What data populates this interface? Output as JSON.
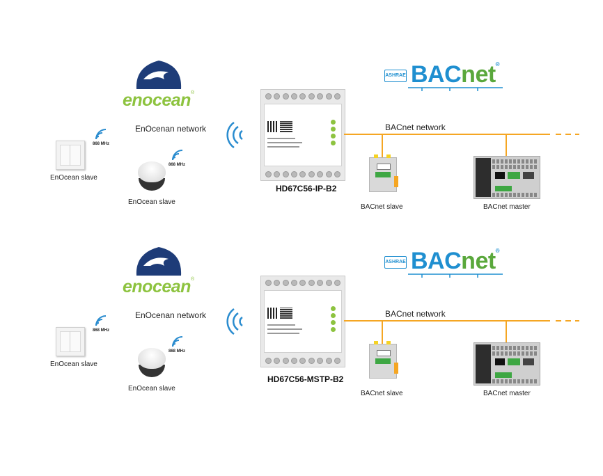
{
  "colors": {
    "enocean_green": "#8dc33f",
    "enocean_blue": "#1e3c78",
    "bacnet_blue": "#1f8fd0",
    "bacnet_green": "#5aa83c",
    "rail_orange": "#f5a623",
    "wifi_blue": "#2a8ccf"
  },
  "diagrams": [
    {
      "enocean_logo_word": "enocean",
      "enocean_network_label": "EnOcenan network",
      "bacnet_logo_word_a": "BAC",
      "bacnet_logo_word_b": "net",
      "ashrae_badge": "ASHRAE",
      "bacnet_network_label": "BACnet network",
      "gateway_name": "HD67C56-IP-B2",
      "switch_label": "EnOcean slave",
      "switch_freq": "868 MHz",
      "sensor_label": "EnOcean slave",
      "sensor_freq": "868 MHz",
      "bacnet_slave_label": "BACnet slave",
      "bacnet_master_label": "BACnet master"
    },
    {
      "enocean_logo_word": "enocean",
      "enocean_network_label": "EnOcenan network",
      "bacnet_logo_word_a": "BAC",
      "bacnet_logo_word_b": "net",
      "ashrae_badge": "ASHRAE",
      "bacnet_network_label": "BACnet network",
      "gateway_name": "HD67C56-MSTP-B2",
      "switch_label": "EnOcean slave",
      "switch_freq": "868 MHz",
      "sensor_label": "EnOcean slave",
      "sensor_freq": "868 MHz",
      "bacnet_slave_label": "BACnet slave",
      "bacnet_master_label": "BACnet master"
    }
  ]
}
